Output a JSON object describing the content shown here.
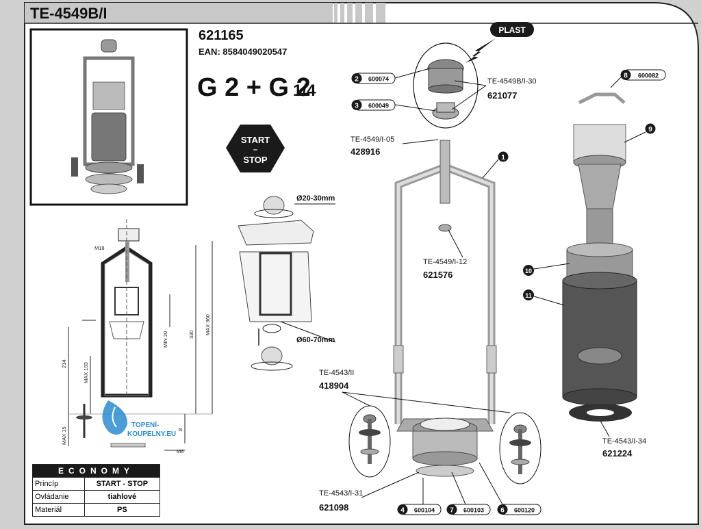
{
  "title": "TE-4549B/I",
  "product_code": "621165",
  "ean": "EAN: 8584049020547",
  "thread": "G 2 + G 2",
  "thread_fraction": "1/4",
  "start_stop": {
    "line1": "START",
    "line2": "–",
    "line3": "STOP"
  },
  "plast": "PLAST",
  "dims": {
    "d_top": "Ø20-30mm",
    "d_bottom": "Ø60-70mm",
    "m18": "M18",
    "d214": "214",
    "max193": "MAX 193",
    "min20": "MIN 20",
    "d330": "330",
    "max360": "MAX 360",
    "max15": "MAX 15",
    "d8": "8",
    "m6": "M6"
  },
  "watermark": {
    "line1": "TOPENÍ-",
    "line2": "KOUPELNY.EU"
  },
  "parts": [
    {
      "num": "2",
      "code": "600074"
    },
    {
      "num": "3",
      "code": "600049"
    },
    {
      "num": "8",
      "code": "600082"
    },
    {
      "num": "1"
    },
    {
      "num": "9"
    },
    {
      "num": "10"
    },
    {
      "num": "11"
    },
    {
      "num": "4",
      "code": "600104"
    },
    {
      "num": "7",
      "code": "600103"
    },
    {
      "num": "6",
      "code": "600120"
    }
  ],
  "labels": {
    "te_4549b_i30": "TE-4549B/I-30",
    "c621077": "621077",
    "te_4549_i05": "TE-4549/I-05",
    "c428916": "428916",
    "te_4549_i12": "TE-4549/I-12",
    "c621576": "621576",
    "te_4543_ii": "TE-4543/II",
    "c418904": "418904",
    "te_4543_i31": "TE-4543/I-31",
    "c621098": "621098",
    "te_4543_i34": "TE-4543/I-34",
    "c621224": "621224"
  },
  "economy": {
    "header": "ECONOMY",
    "rows": [
      {
        "key": "Princíp",
        "value": "START - STOP"
      },
      {
        "key": "Ovládanie",
        "value": "tiahlové"
      },
      {
        "key": "Materiál",
        "value": "PS"
      }
    ]
  }
}
